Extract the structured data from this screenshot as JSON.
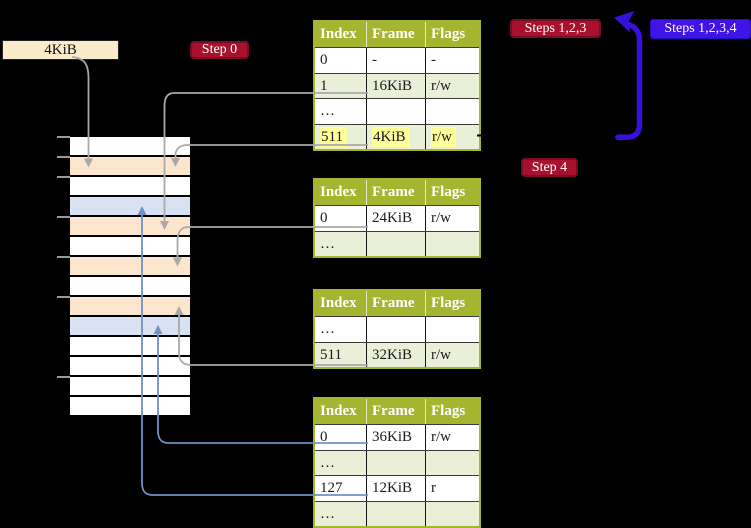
{
  "diagram": {
    "title_hint": "two-level page table translation diagram",
    "free_frame_box": {
      "label": "4KiB"
    },
    "badges": {
      "step0": {
        "label": "Step 0"
      },
      "steps123": {
        "label": "Steps 1,2,3"
      },
      "steps1234": {
        "label": "Steps 1,2,3,4"
      },
      "step4": {
        "label": "Step 4"
      }
    },
    "page_tables": [
      {
        "id": "table-1",
        "headers": [
          "Index",
          "Frame",
          "Flags"
        ],
        "rows": [
          {
            "cells": [
              "0",
              "-",
              "-"
            ],
            "shaded": false,
            "highlight": false,
            "connector": null
          },
          {
            "cells": [
              "1",
              "16KiB",
              "r/w"
            ],
            "shaded": true,
            "highlight": false,
            "connector": "t1r1"
          },
          {
            "cells": [
              "…",
              "",
              ""
            ],
            "shaded": false,
            "highlight": false,
            "connector": null
          },
          {
            "cells": [
              "511",
              "4KiB",
              "r/w"
            ],
            "shaded": true,
            "highlight": true,
            "connector": "t1r511"
          }
        ]
      },
      {
        "id": "table-2",
        "headers": [
          "Index",
          "Frame",
          "Flags"
        ],
        "rows": [
          {
            "cells": [
              "0",
              "24KiB",
              "r/w"
            ],
            "shaded": false,
            "highlight": false,
            "connector": "t2r0"
          },
          {
            "cells": [
              "…",
              "",
              ""
            ],
            "shaded": true,
            "highlight": false,
            "connector": null
          }
        ]
      },
      {
        "id": "table-3",
        "headers": [
          "Index",
          "Frame",
          "Flags"
        ],
        "rows": [
          {
            "cells": [
              "…",
              "",
              ""
            ],
            "shaded": false,
            "highlight": false,
            "connector": null
          },
          {
            "cells": [
              "511",
              "32KiB",
              "r/w"
            ],
            "shaded": true,
            "highlight": false,
            "connector": "t3r511"
          }
        ]
      },
      {
        "id": "table-4",
        "headers": [
          "Index",
          "Frame",
          "Flags"
        ],
        "rows": [
          {
            "cells": [
              "0",
              "36KiB",
              "r/w"
            ],
            "shaded": false,
            "highlight": false,
            "connector": "t4r0"
          },
          {
            "cells": [
              "…",
              "",
              ""
            ],
            "shaded": true,
            "highlight": false,
            "connector": null
          },
          {
            "cells": [
              "127",
              "12KiB",
              "r"
            ],
            "shaded": false,
            "highlight": false,
            "connector": "t4r127"
          },
          {
            "cells": [
              "…",
              "",
              ""
            ],
            "shaded": true,
            "highlight": false,
            "connector": null
          }
        ]
      }
    ],
    "memory_stack": {
      "row_colors": [
        "white",
        "wheat",
        "white",
        "blue",
        "wheat",
        "white",
        "wheat",
        "white",
        "wheat",
        "blue",
        "white",
        "white",
        "white",
        "white"
      ]
    },
    "connectors": [
      {
        "id": "boxA",
        "from": "free-frame-box",
        "to": "stack-row-2",
        "color": "gray"
      },
      {
        "id": "t1r1",
        "from": "table-1-row-1",
        "to": "stack-row-5",
        "color": "gray"
      },
      {
        "id": "t1r511",
        "from": "table-1-row-511",
        "to": "stack-row-2",
        "color": "gray"
      },
      {
        "id": "t2r0",
        "from": "table-2-row-0",
        "to": "stack-row-7",
        "color": "gray"
      },
      {
        "id": "t3r511",
        "from": "table-3-row-511",
        "to": "stack-row-9",
        "color": "gray"
      },
      {
        "id": "t4r0",
        "from": "table-4-row-0",
        "to": "stack-row-10",
        "color": "blue"
      },
      {
        "id": "t4r127",
        "from": "table-4-row-127",
        "to": "stack-row-4",
        "color": "blue"
      }
    ],
    "loop_arrow": {
      "meaning": "loop back over steps",
      "color": "violet"
    },
    "colors": {
      "background": "#000000",
      "olive": "#a5b52f",
      "row_shade": "#eaf0d8",
      "highlight": "#ffff99",
      "wheat": "#fce5cd",
      "blue_row": "#d9e2f3",
      "cream": "#faecca",
      "badge_red": "#a8112d",
      "badge_red_border": "#7d0c22",
      "badge_blue": "#4113e6",
      "badge_blue_border": "#2d0bbf",
      "line_gray": "#a9a9a9",
      "line_blue": "#7291c7",
      "arrow_violet": "#3710dc"
    }
  }
}
